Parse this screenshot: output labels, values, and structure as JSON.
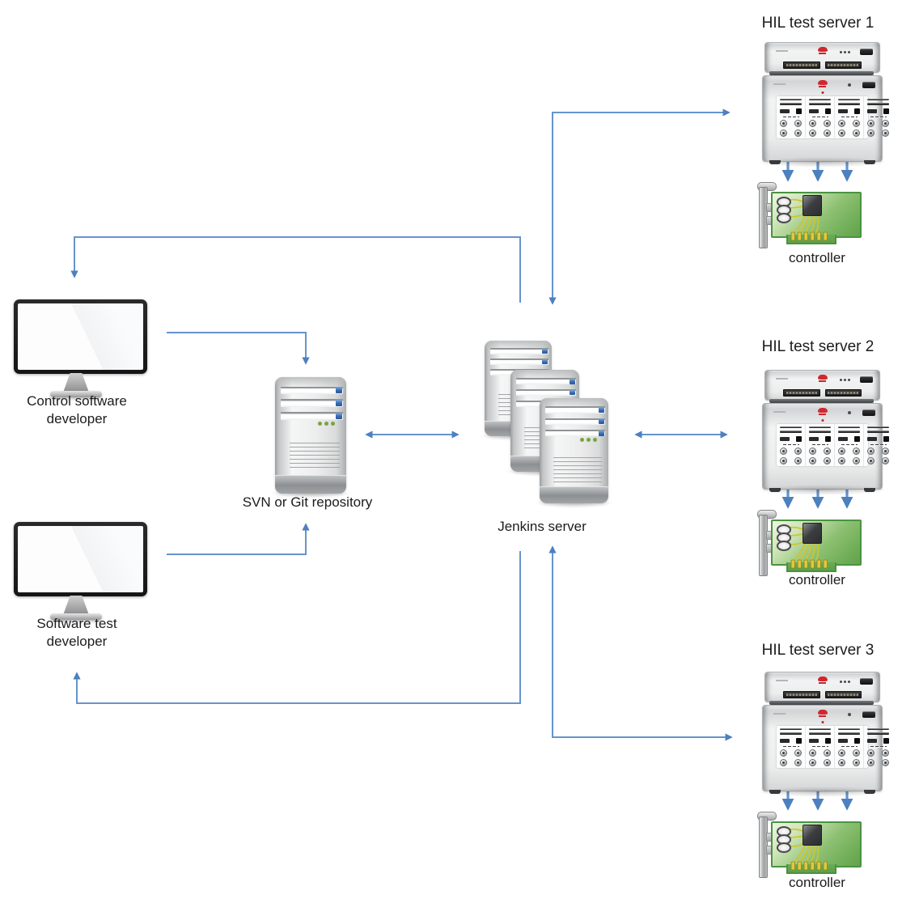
{
  "diagram": {
    "developers": {
      "control": {
        "line1": "Control software",
        "line2": "developer"
      },
      "test": {
        "line1": "Software test",
        "line2": "developer"
      }
    },
    "repository": {
      "label": "SVN or Git repository"
    },
    "jenkins": {
      "label": "Jenkins server"
    },
    "hil_servers": [
      {
        "title": "HIL test server 1",
        "controller": "controller"
      },
      {
        "title": "HIL test server 2",
        "controller": "controller"
      },
      {
        "title": "HIL test server 3",
        "controller": "controller"
      }
    ],
    "colors": {
      "arrow_blue": "#6694cd",
      "slot_tab_blue": "#3467ac",
      "led_green": "#76a63e",
      "pcb_green": "#6cab54",
      "logo_red": "#c8242b",
      "wire_yellow": "#cfc332"
    }
  }
}
